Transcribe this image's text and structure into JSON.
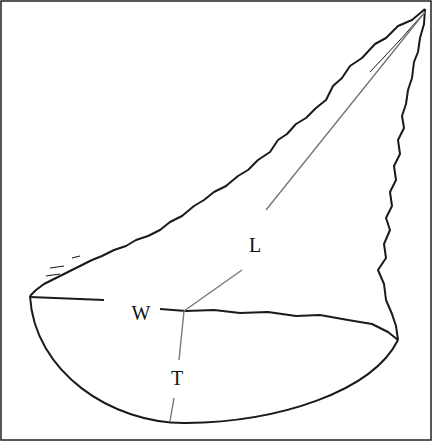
{
  "diagram": {
    "labels": [
      "L",
      "W",
      "T"
    ]
  }
}
